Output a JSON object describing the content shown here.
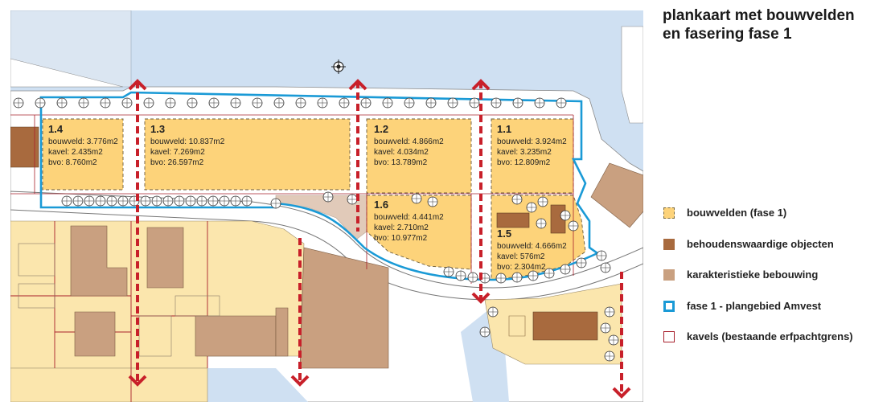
{
  "legend": {
    "title_line1": "plankaart met bouwvelden",
    "title_line2": "en fasering fase 1",
    "items": [
      {
        "label": "bouwvelden (fase 1)",
        "color": "#fdd37a"
      },
      {
        "label": "behoudenswaardige objecten",
        "color": "#a86a3e"
      },
      {
        "label": "karakteristieke bebouwing",
        "color": "#c9a080"
      },
      {
        "label": "fase 1 - plangebied Amvest",
        "color": "#1a9ad6"
      },
      {
        "label": "kavels (bestaande erfpachtgrens)",
        "color": "#a8202c"
      }
    ]
  },
  "plots": [
    {
      "id": "1.4",
      "bouwveld": "bouwveld: 3.776m2",
      "kavel": "kavel: 2.435m2",
      "bvo": "bvo: 8.760m2"
    },
    {
      "id": "1.3",
      "bouwveld": "bouwveld: 10.837m2",
      "kavel": "kavel: 7.269m2",
      "bvo": "bvo: 26.597m2"
    },
    {
      "id": "1.2",
      "bouwveld": "bouwveld: 4.866m2",
      "kavel": "kavel: 4.034m2",
      "bvo": "bvo: 13.789m2"
    },
    {
      "id": "1.1",
      "bouwveld": "bouwveld: 3.924m2",
      "kavel": "kavel: 3.235m2",
      "bvo": "bvo: 12.809m2"
    },
    {
      "id": "1.6",
      "bouwveld": "bouwveld: 4.441m2",
      "kavel": "kavel: 2.710m2",
      "bvo": "bvo: 10.977m2"
    },
    {
      "id": "1.5",
      "bouwveld": "bouwveld: 4.666m2",
      "kavel": "kavel: 576m2",
      "bvo": "bvo: 2.304m2"
    }
  ],
  "colors": {
    "water": "#cfe0f2",
    "land": "#ffffff",
    "bouwveld": "#fdd37a",
    "existing_plot": "#fbe6ad",
    "behoudenswaardig": "#a86a3e",
    "karakteristiek": "#c9a080",
    "fase_outline": "#1a9ad6",
    "kavel_line": "#a8202c",
    "arrow": "#c8202a"
  }
}
